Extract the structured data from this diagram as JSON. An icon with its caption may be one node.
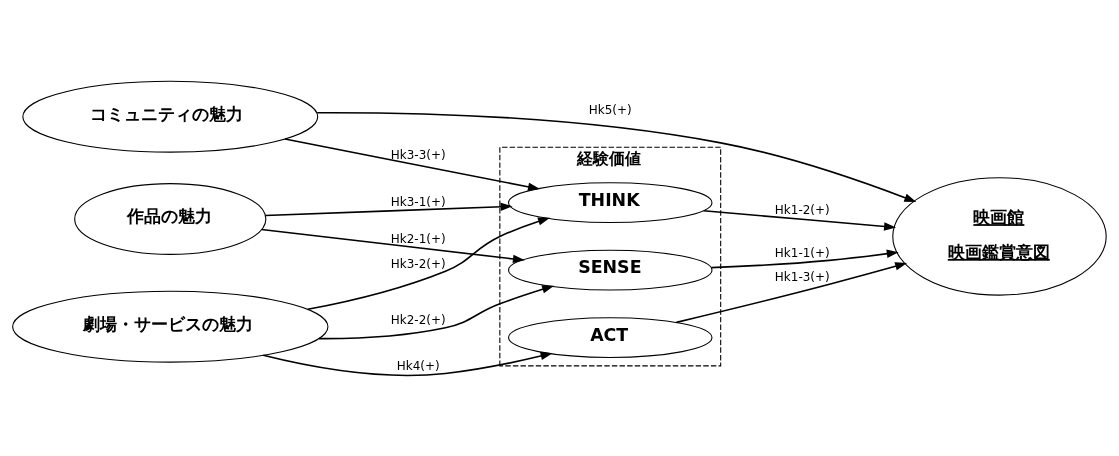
{
  "diagram": {
    "nodes": [
      {
        "text": [
          "作品の魅力"
        ]
      },
      {
        "text": [
          "劇場・サービスの魅力"
        ]
      },
      {
        "text": [
          "コミュニティの魅力"
        ]
      },
      {
        "text": [
          "経験価値"
        ]
      },
      {
        "text": [
          "SENSE"
        ],
        "in": 3
      },
      {
        "text": [
          "THINK"
        ],
        "in": 3
      },
      {
        "text": [
          "ACT"
        ],
        "in": 3
      },
      {
        "text": [
          "映画館",
          "映画鑑賞意図"
        ]
      }
    ],
    "edges": [
      {
        "from": 0,
        "to": 4,
        "arrow": "to",
        "label": "Hk2-1(+)"
      },
      {
        "from": 0,
        "to": 5,
        "arrow": "to",
        "label": "Hk3-1(+)"
      },
      {
        "from": 1,
        "to": 4,
        "arrow": "to",
        "label": "Hk2-2(+)"
      },
      {
        "from": 1,
        "to": 5,
        "arrow": "to",
        "label": "Hk3-2(+)"
      },
      {
        "from": 1,
        "to": 6,
        "arrow": "to",
        "label": "Hk4(+)"
      },
      {
        "from": 2,
        "to": 5,
        "arrow": "to",
        "label": "Hk3-3(+)"
      },
      {
        "from": 2,
        "to": 7,
        "arrow": "to",
        "label": "Hk5(+)"
      },
      {
        "from": 4,
        "to": 7,
        "arrow": "to",
        "label": "Hk1-1(+)"
      },
      {
        "from": 5,
        "to": 7,
        "arrow": "to",
        "label": "Hk1-2(+)"
      },
      {
        "from": 6,
        "to": 7,
        "arrow": "to",
        "label": "Hk1-3(+)"
      }
    ]
  }
}
